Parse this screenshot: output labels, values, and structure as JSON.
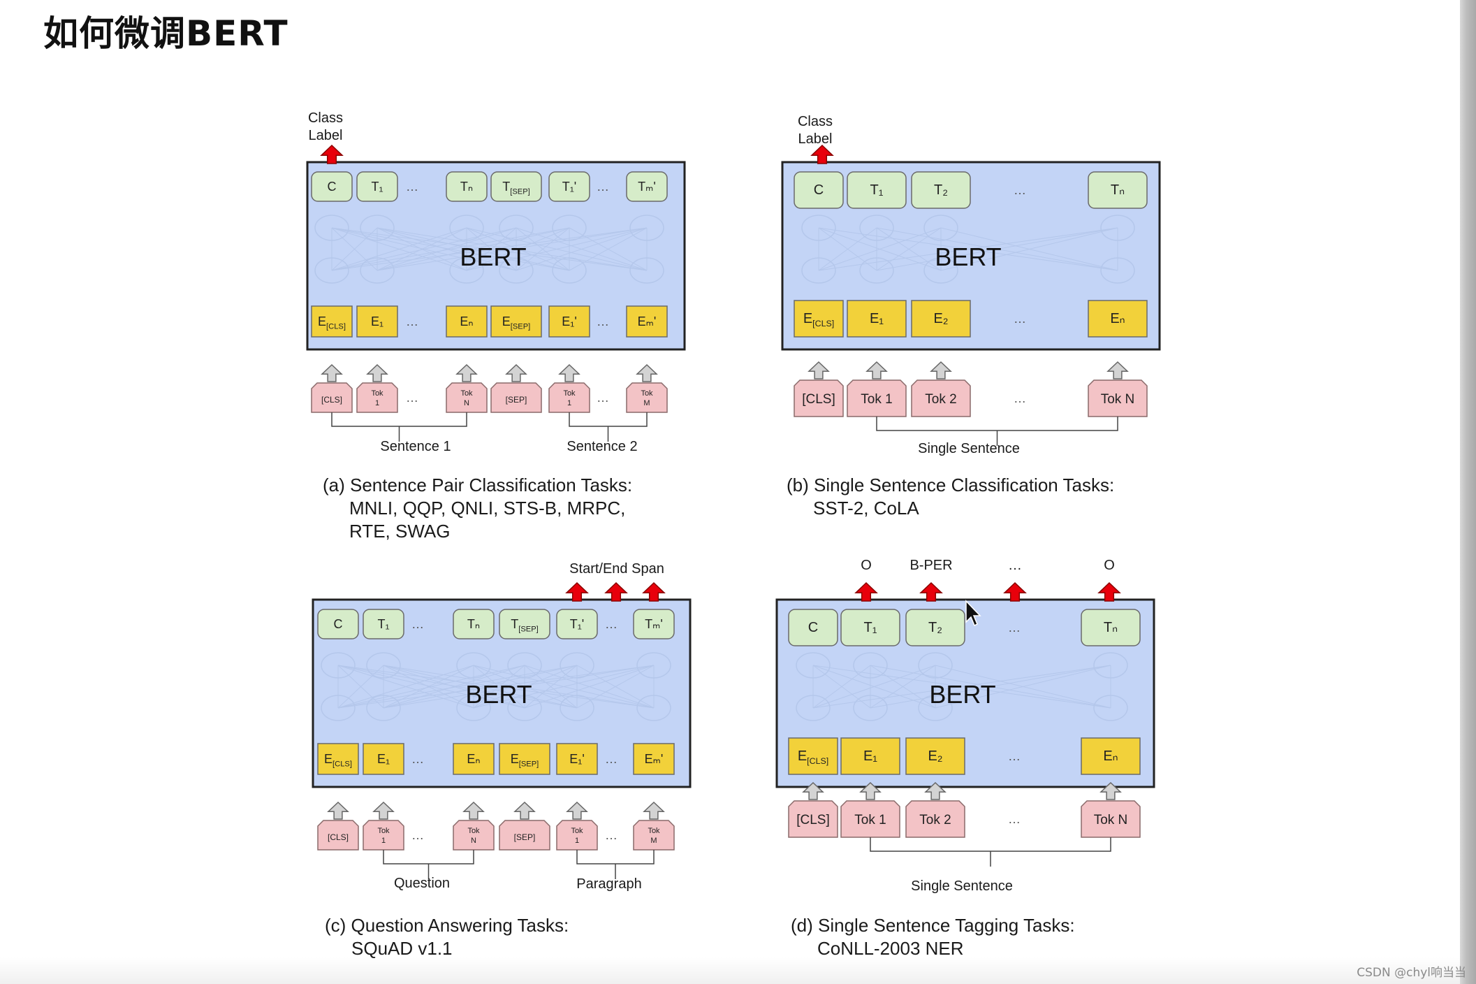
{
  "page_title": "如何微调BERT",
  "watermark": "CSDN @chyl响当当",
  "colors": {
    "bert_box": "#c3d4f6",
    "output_token": "#d6ecc9",
    "embedding": "#f2d13a",
    "input_token": "#f3c3c6",
    "arrow_up_red": "#e8000b",
    "arrow_up_gray": "#d3d3d3"
  },
  "panels": [
    {
      "id": "a",
      "model_label": "BERT",
      "top_label_lines": [
        "Class",
        "Label"
      ],
      "outputs": [
        "C",
        "T₁",
        "…",
        "Tₙ",
        "T[SEP]",
        "T₁'",
        "…",
        "Tₘ'"
      ],
      "embeddings": [
        "E[CLS]",
        "E₁",
        "…",
        "Eₙ",
        "E[SEP]",
        "E₁'",
        "…",
        "Eₘ'"
      ],
      "inputs": [
        "[CLS]",
        "Tok 1",
        "…",
        "Tok N",
        "[SEP]",
        "Tok 1",
        "…",
        "Tok M"
      ],
      "groups": [
        "Sentence 1",
        "Sentence 2"
      ],
      "caption": [
        "(a) Sentence Pair Classification Tasks:",
        "MNLI, QQP, QNLI, STS-B, MRPC,",
        "RTE, SWAG"
      ]
    },
    {
      "id": "b",
      "model_label": "BERT",
      "top_label_lines": [
        "Class",
        "Label"
      ],
      "outputs": [
        "C",
        "T₁",
        "T₂",
        "…",
        "Tₙ"
      ],
      "embeddings": [
        "E[CLS]",
        "E₁",
        "E₂",
        "…",
        "Eₙ"
      ],
      "inputs": [
        "[CLS]",
        "Tok 1",
        "Tok 2",
        "…",
        "Tok N"
      ],
      "groups": [
        "Single Sentence"
      ],
      "caption": [
        "(b) Single Sentence Classification Tasks:",
        "SST-2, CoLA"
      ]
    },
    {
      "id": "c",
      "model_label": "BERT",
      "top_label_lines": [
        "Start/End Span"
      ],
      "outputs": [
        "C",
        "T₁",
        "…",
        "Tₙ",
        "T[SEP]",
        "T₁'",
        "…",
        "Tₘ'"
      ],
      "embeddings": [
        "E[CLS]",
        "E₁",
        "…",
        "Eₙ",
        "E[SEP]",
        "E₁'",
        "…",
        "Eₘ'"
      ],
      "inputs": [
        "[CLS]",
        "Tok 1",
        "…",
        "Tok N",
        "[SEP]",
        "Tok 1",
        "…",
        "Tok M"
      ],
      "groups": [
        "Question",
        "Paragraph"
      ],
      "caption": [
        "(c) Question Answering Tasks:",
        "SQuAD v1.1"
      ]
    },
    {
      "id": "d",
      "model_label": "BERT",
      "tag_labels": [
        "O",
        "B-PER",
        "…",
        "O"
      ],
      "outputs": [
        "C",
        "T₁",
        "T₂",
        "…",
        "Tₙ"
      ],
      "embeddings": [
        "E[CLS]",
        "E₁",
        "E₂",
        "…",
        "Eₙ"
      ],
      "inputs": [
        "[CLS]",
        "Tok 1",
        "Tok 2",
        "…",
        "Tok N"
      ],
      "groups": [
        "Single Sentence"
      ],
      "caption": [
        "(d) Single Sentence Tagging Tasks:",
        "CoNLL-2003 NER"
      ]
    }
  ]
}
